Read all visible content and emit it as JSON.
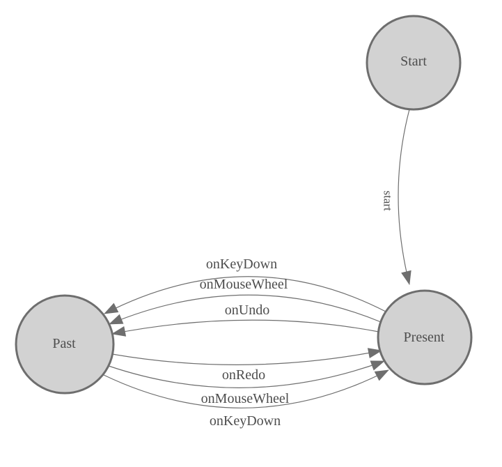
{
  "diagram": {
    "type": "state-machine",
    "nodes": [
      {
        "id": "start",
        "label": "Start"
      },
      {
        "id": "present",
        "label": "Present"
      },
      {
        "id": "past",
        "label": "Past"
      }
    ],
    "edges": [
      {
        "from": "start",
        "to": "present",
        "label": "start"
      },
      {
        "from": "present",
        "to": "past",
        "label": "onKeyDown"
      },
      {
        "from": "present",
        "to": "past",
        "label": "onMouseWheel"
      },
      {
        "from": "present",
        "to": "past",
        "label": "onUndo"
      },
      {
        "from": "past",
        "to": "present",
        "label": "onRedo"
      },
      {
        "from": "past",
        "to": "present",
        "label": "onMouseWheel"
      },
      {
        "from": "past",
        "to": "present",
        "label": "onKeyDown"
      }
    ]
  },
  "colors": {
    "bg": "#ffffff",
    "node-fill": "#d2d2d2",
    "node-stroke": "#6e6e6e",
    "edge": "#6e6e6e",
    "arrow": "#6e6e6e",
    "text": "#4d4d4d"
  }
}
